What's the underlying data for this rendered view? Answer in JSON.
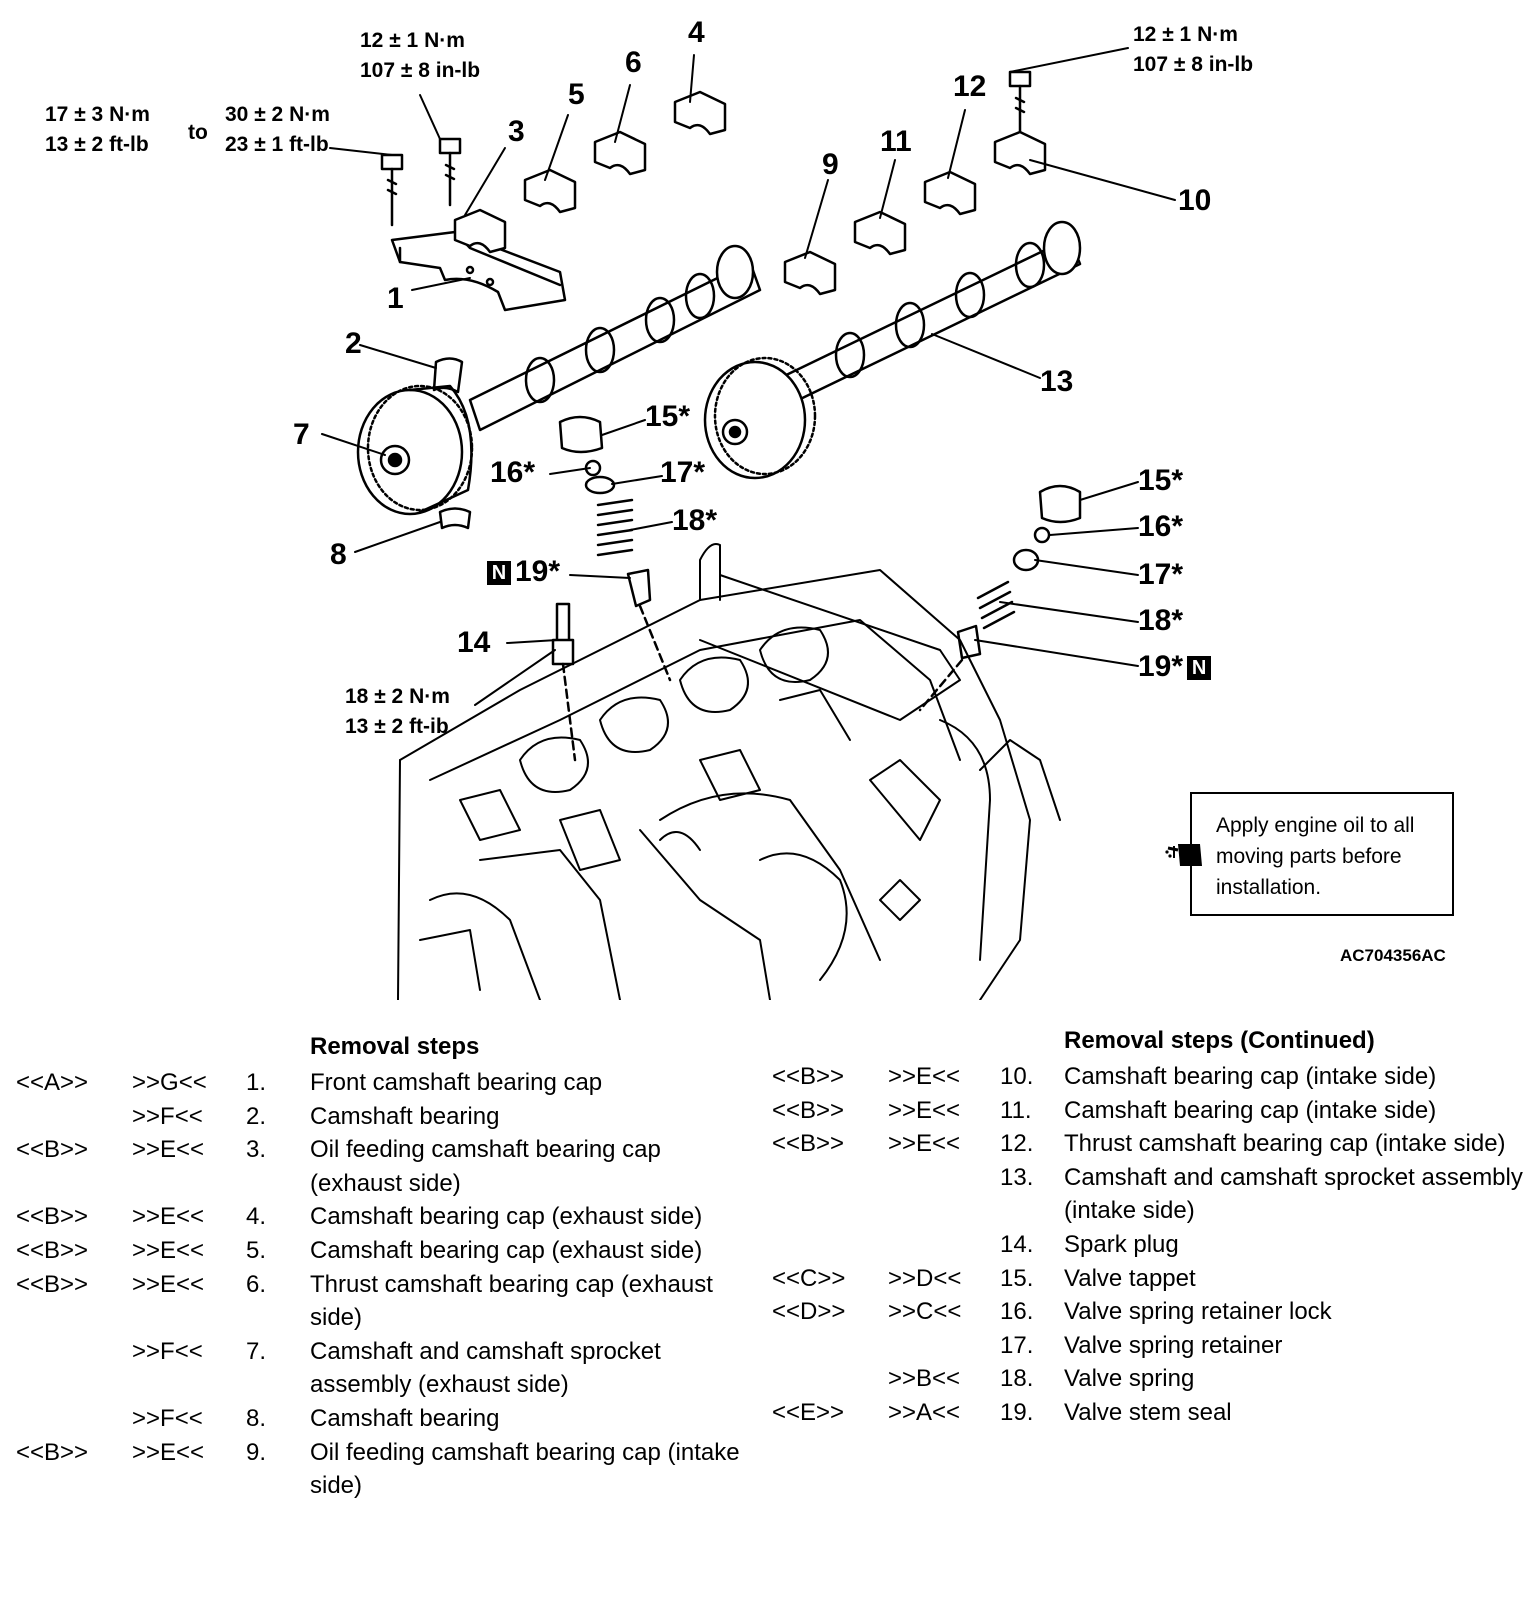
{
  "figure": {
    "torque_labels": {
      "t1": "17 ± 3 N·m\n13 ± 2 ft-lb",
      "to": "to",
      "t2": "30 ± 2 N·m\n23 ± 1 ft-lb",
      "t3": "12 ± 1 N·m\n107 ± 8 in-lb",
      "t4": "12 ± 1 N·m\n107 ± 8 in-lb",
      "t5": "18 ± 2 N·m\n13 ± 2 ft-ib"
    },
    "callouts": [
      "1",
      "2",
      "3",
      "4",
      "5",
      "6",
      "7",
      "8",
      "9",
      "10",
      "11",
      "12",
      "13",
      "14",
      "15*",
      "16*",
      "17*",
      "18*",
      "19*",
      "15*",
      "16*",
      "17*",
      "18*",
      "19*"
    ],
    "n_mark": "N",
    "oil_note": "Apply engine oil to all moving parts before installation.",
    "figure_code": "AC704356AC"
  },
  "removal_steps": {
    "heading": "Removal steps",
    "heading_cont": "Removal steps (Continued)",
    "left": [
      {
        "a": "<<A>>",
        "b": ">>G<<",
        "n": "1.",
        "t": "Front camshaft bearing cap"
      },
      {
        "a": "",
        "b": ">>F<<",
        "n": "2.",
        "t": "Camshaft bearing"
      },
      {
        "a": "<<B>>",
        "b": ">>E<<",
        "n": "3.",
        "t": "Oil feeding camshaft bearing cap (exhaust side)"
      },
      {
        "a": "<<B>>",
        "b": ">>E<<",
        "n": "4.",
        "t": "Camshaft bearing cap (exhaust side)"
      },
      {
        "a": "<<B>>",
        "b": ">>E<<",
        "n": "5.",
        "t": "Camshaft bearing cap (exhaust side)"
      },
      {
        "a": "<<B>>",
        "b": ">>E<<",
        "n": "6.",
        "t": "Thrust camshaft bearing cap (exhaust side)"
      },
      {
        "a": "",
        "b": ">>F<<",
        "n": "7.",
        "t": "Camshaft and camshaft sprocket assembly (exhaust side)"
      },
      {
        "a": "",
        "b": ">>F<<",
        "n": "8.",
        "t": "Camshaft bearing"
      },
      {
        "a": "<<B>>",
        "b": ">>E<<",
        "n": "9.",
        "t": "Oil feeding camshaft bearing cap (intake side)"
      }
    ],
    "right": [
      {
        "a": "<<B>>",
        "b": ">>E<<",
        "n": "10.",
        "t": "Camshaft bearing cap (intake side)"
      },
      {
        "a": "<<B>>",
        "b": ">>E<<",
        "n": "11.",
        "t": "Camshaft bearing cap (intake side)"
      },
      {
        "a": "<<B>>",
        "b": ">>E<<",
        "n": "12.",
        "t": "Thrust camshaft bearing cap (intake side)"
      },
      {
        "a": "",
        "b": "",
        "n": "13.",
        "t": "Camshaft and camshaft sprocket assembly (intake side)"
      },
      {
        "a": "",
        "b": "",
        "n": "14.",
        "t": "Spark plug"
      },
      {
        "a": "<<C>>",
        "b": ">>D<<",
        "n": "15.",
        "t": "Valve tappet"
      },
      {
        "a": "<<D>>",
        "b": ">>C<<",
        "n": "16.",
        "t": "Valve spring retainer lock"
      },
      {
        "a": "",
        "b": "",
        "n": "17.",
        "t": "Valve spring retainer"
      },
      {
        "a": "",
        "b": ">>B<<",
        "n": "18.",
        "t": "Valve spring"
      },
      {
        "a": "<<E>>",
        "b": ">>A<<",
        "n": "19.",
        "t": "Valve stem seal"
      }
    ]
  }
}
